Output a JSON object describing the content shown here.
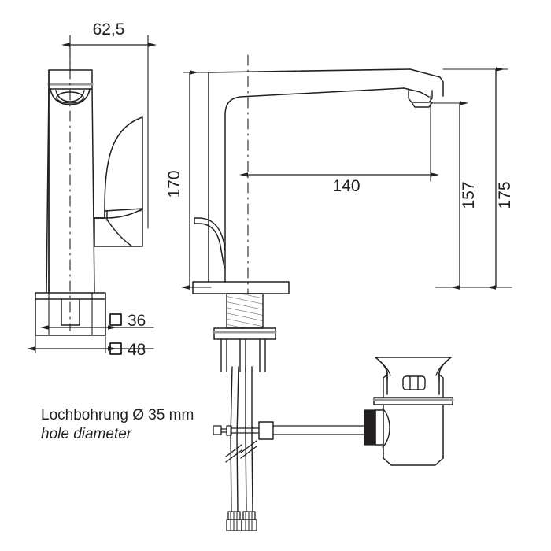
{
  "drawing": {
    "title": "faucet-technical-drawing",
    "line_color": "#231f20",
    "background": "#ffffff",
    "units_note": "mm"
  },
  "dimensions": {
    "width_top": "62,5",
    "height_spout": "170",
    "reach": "140",
    "height_outlet": "157",
    "height_total": "175",
    "base_inner": "36",
    "base_outer": "48"
  },
  "symbols": {
    "square": "□",
    "diameter": "Ø"
  },
  "notes": {
    "german": "Lochbohrung Ø 35 mm",
    "english": "hole diameter"
  },
  "parts": {
    "front_view": "faucet-front-elevation",
    "side_view": "faucet-side-elevation",
    "aerator": "aerator-outlet",
    "lever": "lever-handle",
    "shank": "threaded-shank",
    "mounting_plate": "mounting-plate",
    "hoses": "flexible-supply-hoses",
    "popup_rod": "pop-up-lift-rod",
    "waste": "pop-up-waste-assembly"
  }
}
